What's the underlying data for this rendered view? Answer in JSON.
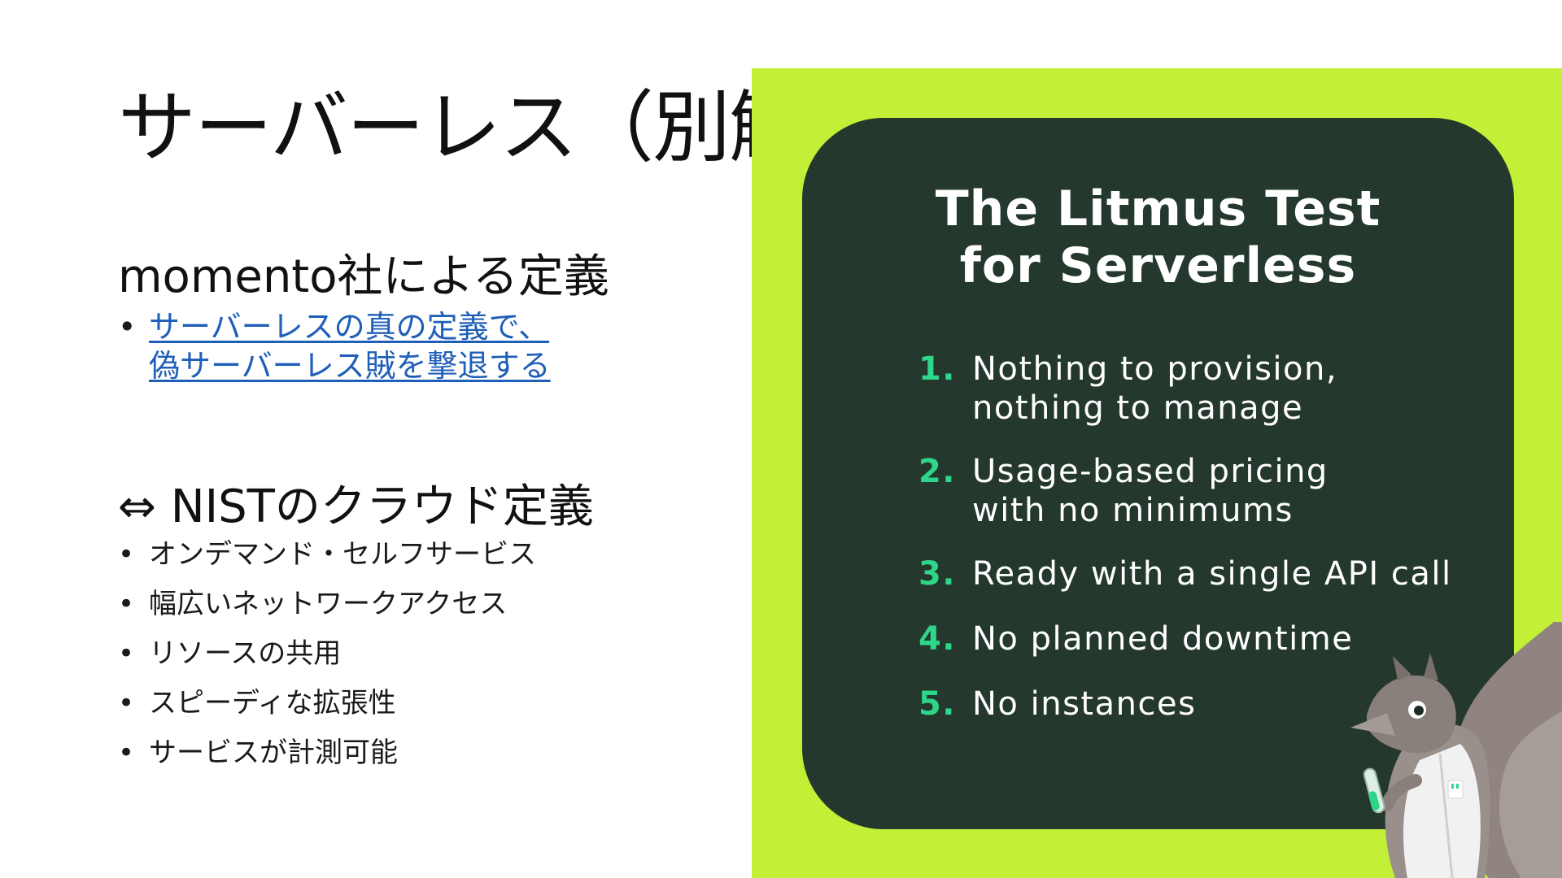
{
  "slide": {
    "title": "サーバーレス（別解）",
    "section1": {
      "heading": "momento社による定義",
      "link_text": "サーバーレスの真の定義で、\n偽サーバーレス賊を撃退する"
    },
    "section2": {
      "heading": "⇔ NISTのクラウド定義",
      "items": [
        "オンデマンド・セルフサービス",
        "幅広いネットワークアクセス",
        "リソースの共用",
        "スピーディな拡張性",
        "サービスが計測可能"
      ]
    },
    "litmus": {
      "title_line1": "The Litmus Test",
      "title_line2": "for Serverless",
      "items": [
        {
          "num": "1.",
          "text": "Nothing to provision,\nnothing to manage"
        },
        {
          "num": "2.",
          "text": "Usage-based pricing\nwith no minimums"
        },
        {
          "num": "3.",
          "text": "Ready with a single API call"
        },
        {
          "num": "4.",
          "text": "No planned downtime"
        },
        {
          "num": "5.",
          "text": "No instances"
        }
      ]
    },
    "colors": {
      "panel_green": "#c3ef36",
      "card_dark": "#25382d",
      "number_green": "#2ed68a",
      "link_blue": "#1f5fb8"
    },
    "icons": {
      "mascot": "squirrel-scientist-icon"
    }
  }
}
